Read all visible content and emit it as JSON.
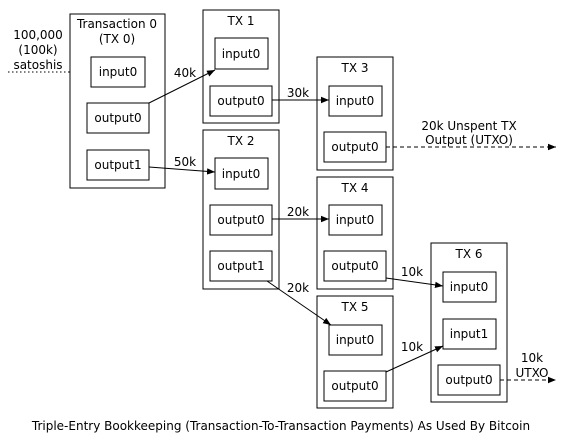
{
  "input": {
    "line1": "100,000",
    "line2": "(100k)",
    "line3": "satoshis"
  },
  "tx0": {
    "title1": "Transaction 0",
    "title2": "(TX 0)",
    "input0": "input0",
    "output0": "output0",
    "output1": "output1"
  },
  "tx1": {
    "title": "TX 1",
    "input0": "input0",
    "output0": "output0"
  },
  "tx2": {
    "title": "TX 2",
    "input0": "input0",
    "output0": "output0",
    "output1": "output1"
  },
  "tx3": {
    "title": "TX 3",
    "input0": "input0",
    "output0": "output0"
  },
  "tx4": {
    "title": "TX 4",
    "input0": "input0",
    "output0": "output0"
  },
  "tx5": {
    "title": "TX 5",
    "input0": "input0",
    "output0": "output0"
  },
  "tx6": {
    "title": "TX 6",
    "input0": "input0",
    "input1": "input1",
    "output0": "output0"
  },
  "edges": {
    "tx0_tx1": "40k",
    "tx0_tx2": "50k",
    "tx1_tx3": "30k",
    "tx2_tx4": "20k",
    "tx2_tx5": "20k",
    "tx4_tx6": "10k",
    "tx5_tx6": "10k"
  },
  "utxo_a": {
    "line1": "20k Unspent TX",
    "line2": "Output (UTXO)"
  },
  "utxo_b": {
    "line1": "10k",
    "line2": "UTXO"
  },
  "caption": "Triple-Entry Bookkeeping (Transaction-To-Transaction Payments) As Used By Bitcoin"
}
